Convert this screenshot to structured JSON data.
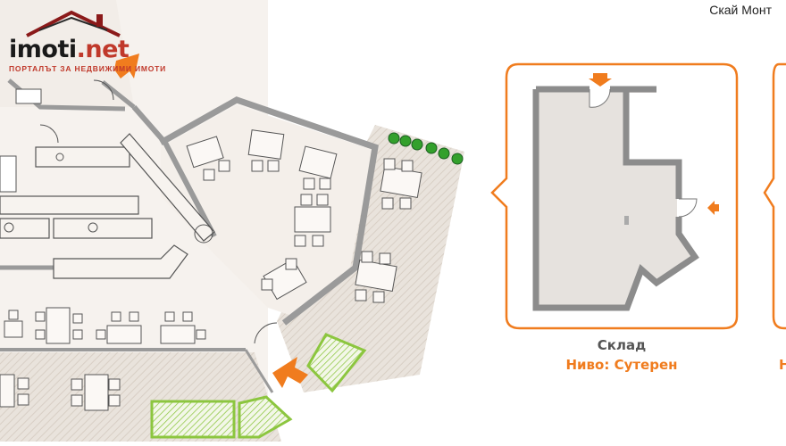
{
  "logo": {
    "name": "imoti",
    "tld": ".net",
    "tagline": "ПОРТАЛЪТ ЗА НЕДВИЖИМИ ИМОТИ"
  },
  "brand": "Скай Монт",
  "plan": {
    "caption_title": "Склад",
    "caption_level": "Ниво: Сутерен",
    "caption_edge": "Н"
  },
  "colors": {
    "accent": "#f07c1e",
    "wall": "#9a9a9a",
    "floor": "#efeae4",
    "terrace": "#e8dcd0",
    "plant": "#8cc63f"
  },
  "icons": [
    "house-roof-icon",
    "entrance-arrow-icon"
  ]
}
